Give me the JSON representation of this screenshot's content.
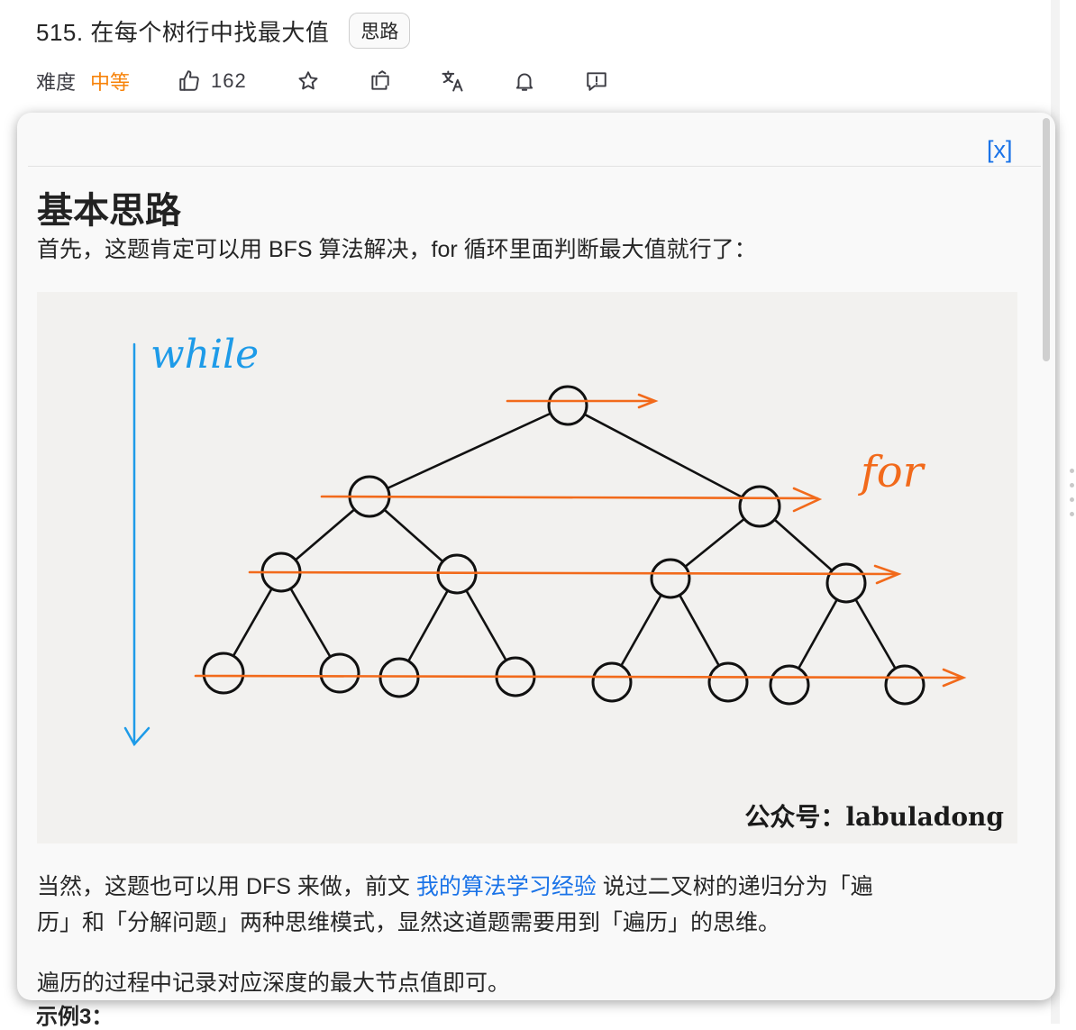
{
  "problem": {
    "title": "515. 在每个树行中找最大值",
    "tag": "思路",
    "difficulty_label": "难度",
    "difficulty_value": "中等",
    "likes": "162"
  },
  "colors": {
    "accent_orange": "#f7830a",
    "link_blue": "#1a73e8",
    "while_blue": "#1e9be8",
    "for_orange": "#f26a1b"
  },
  "icons": [
    "thumbs-up-icon",
    "star-icon",
    "share-icon",
    "translate-icon",
    "bell-icon",
    "feedback-icon"
  ],
  "popup": {
    "close_label": "[x]",
    "heading": "基本思路",
    "intro": "首先，这题肯定可以用 BFS 算法解决，for 循环里面判断最大值就行了：",
    "diagram": {
      "while_label": "while",
      "for_label": "for",
      "watermark": "公众号：labuladong"
    },
    "p2_before": "当然，这题也可以用 DFS 来做，前文 ",
    "p2_link": "我的算法学习经验",
    "p2_after_line1": " 说过二叉树的递归分为「遍",
    "p2_line2": "历」和「分解问题」两种思维模式，显然这道题需要用到「遍历」的思维。",
    "p3": "遍历的过程中记录对应深度的最大节点值即可。"
  },
  "below_text": "示例3："
}
